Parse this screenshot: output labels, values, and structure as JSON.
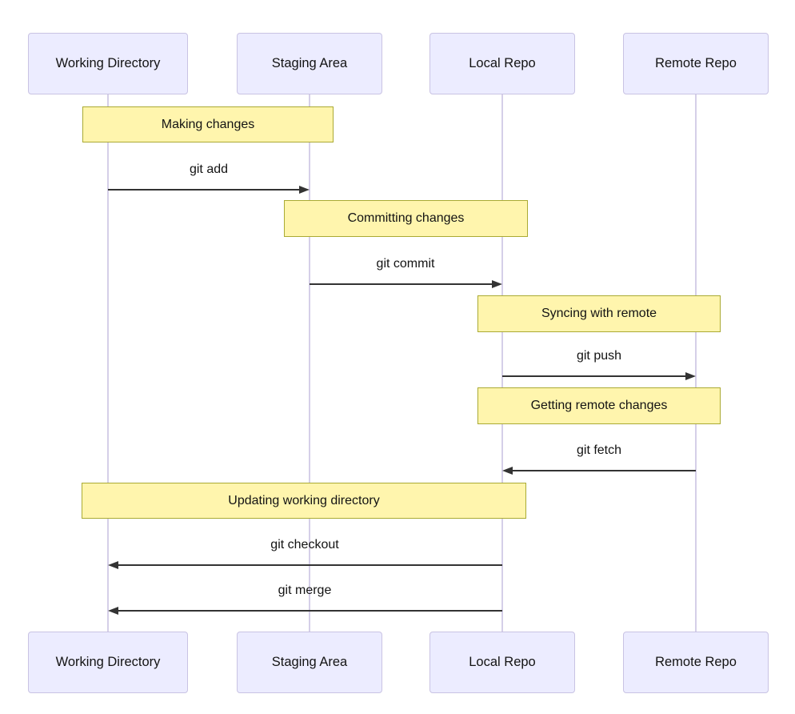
{
  "actors": [
    {
      "label": "Working Directory"
    },
    {
      "label": "Staging Area"
    },
    {
      "label": "Local Repo"
    },
    {
      "label": "Remote Repo"
    }
  ],
  "notes": [
    {
      "label": "Making changes",
      "over": [
        "Working Directory",
        "Staging Area"
      ]
    },
    {
      "label": "Committing changes",
      "over": [
        "Staging Area",
        "Local Repo"
      ]
    },
    {
      "label": "Syncing with remote",
      "over": [
        "Local Repo",
        "Remote Repo"
      ]
    },
    {
      "label": "Getting remote changes",
      "over": [
        "Local Repo",
        "Remote Repo"
      ]
    },
    {
      "label": "Updating working directory",
      "over": [
        "Working Directory",
        "Local Repo"
      ]
    }
  ],
  "messages": [
    {
      "label": "git add",
      "from": "Working Directory",
      "to": "Staging Area",
      "direction": "right"
    },
    {
      "label": "git commit",
      "from": "Staging Area",
      "to": "Local Repo",
      "direction": "right"
    },
    {
      "label": "git push",
      "from": "Local Repo",
      "to": "Remote Repo",
      "direction": "right"
    },
    {
      "label": "git fetch",
      "from": "Remote Repo",
      "to": "Local Repo",
      "direction": "left"
    },
    {
      "label": "git checkout",
      "from": "Local Repo",
      "to": "Working Directory",
      "direction": "left"
    },
    {
      "label": "git merge",
      "from": "Local Repo",
      "to": "Working Directory",
      "direction": "left"
    }
  ],
  "colors": {
    "actor_fill": "#ECECFF",
    "actor_border": "#C9C3E3",
    "note_fill": "#FFF5AD",
    "note_border": "#AAAA33",
    "lifeline": "#D5CFE8",
    "arrow": "#333333",
    "text": "#131313",
    "background": "#FFFFFF"
  }
}
